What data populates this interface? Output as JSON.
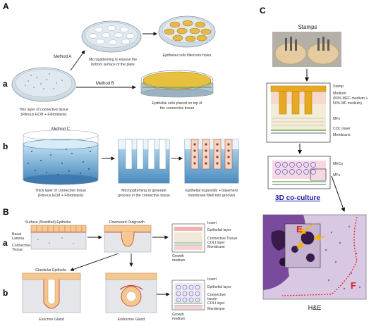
{
  "panels": {
    "a_label": "A",
    "b_label": "B",
    "c_label": "C"
  },
  "panel_a": {
    "row_a": "a",
    "row_b": "b",
    "method_a": "Method A",
    "method_b": "Method B",
    "method_c": "Method C",
    "micropattern_holes": [
      "Micropatterning to expose the",
      "bottom surface of the plate"
    ],
    "cells_holes": "Epithelial cells filled into holes",
    "cells_top": [
      "Epithelial cells placed on top of",
      "the connective tissue"
    ],
    "thin_layer": [
      "Thin layer of connective tissue",
      "(Fibrous ECM + Fibroblasts)"
    ],
    "thick_layer": [
      "Thick layer of connective tissue",
      "(Fibrous ECM + Fibroblasts)"
    ],
    "micropattern_grooves": [
      "Micropatterning to generate",
      "grooves in the connective tissue"
    ],
    "organoids": [
      "Epithelial organoids + basement",
      "membrane filled into grooves"
    ]
  },
  "panel_b": {
    "row_a": "a",
    "row_b": "b",
    "surface": "Surface (Stratified) Epithelia",
    "downward": "Downward Outgrowth",
    "basal": [
      "Basal",
      "Lamina"
    ],
    "connective": [
      "Connective",
      "Tissue"
    ],
    "glandular": "Glandular Epithelia",
    "exocrine": "Exocrine Gland",
    "endocrine": "Endocrine Gland",
    "insert": "Insert",
    "epithelial_layer": "Epithelial layer",
    "connective_tissue": "Connective Tissue",
    "connective_tissue_split": [
      "Connective",
      "tissue"
    ],
    "coli": "COLI layer",
    "membrane": "Membrane",
    "growth_medium": [
      "Growth",
      "medium"
    ]
  },
  "panel_c": {
    "stamps": "Stamps",
    "stamp": "Stamp",
    "medium": [
      "Medium",
      "(50% MEC medium +",
      "50% MF medium)"
    ],
    "mfs": "MFs",
    "coli": "COLI layer",
    "membrane": "Membrane",
    "mecs": "MECs",
    "coculture": "3D co-culture",
    "he": "H&E",
    "label_e": "E",
    "label_f": "F"
  },
  "colors": {
    "coculture": "#1a1aa8",
    "he_label": "#d42020",
    "arrow_yellow": "#f0b400",
    "tissue_purple": "#7a4a9c"
  }
}
